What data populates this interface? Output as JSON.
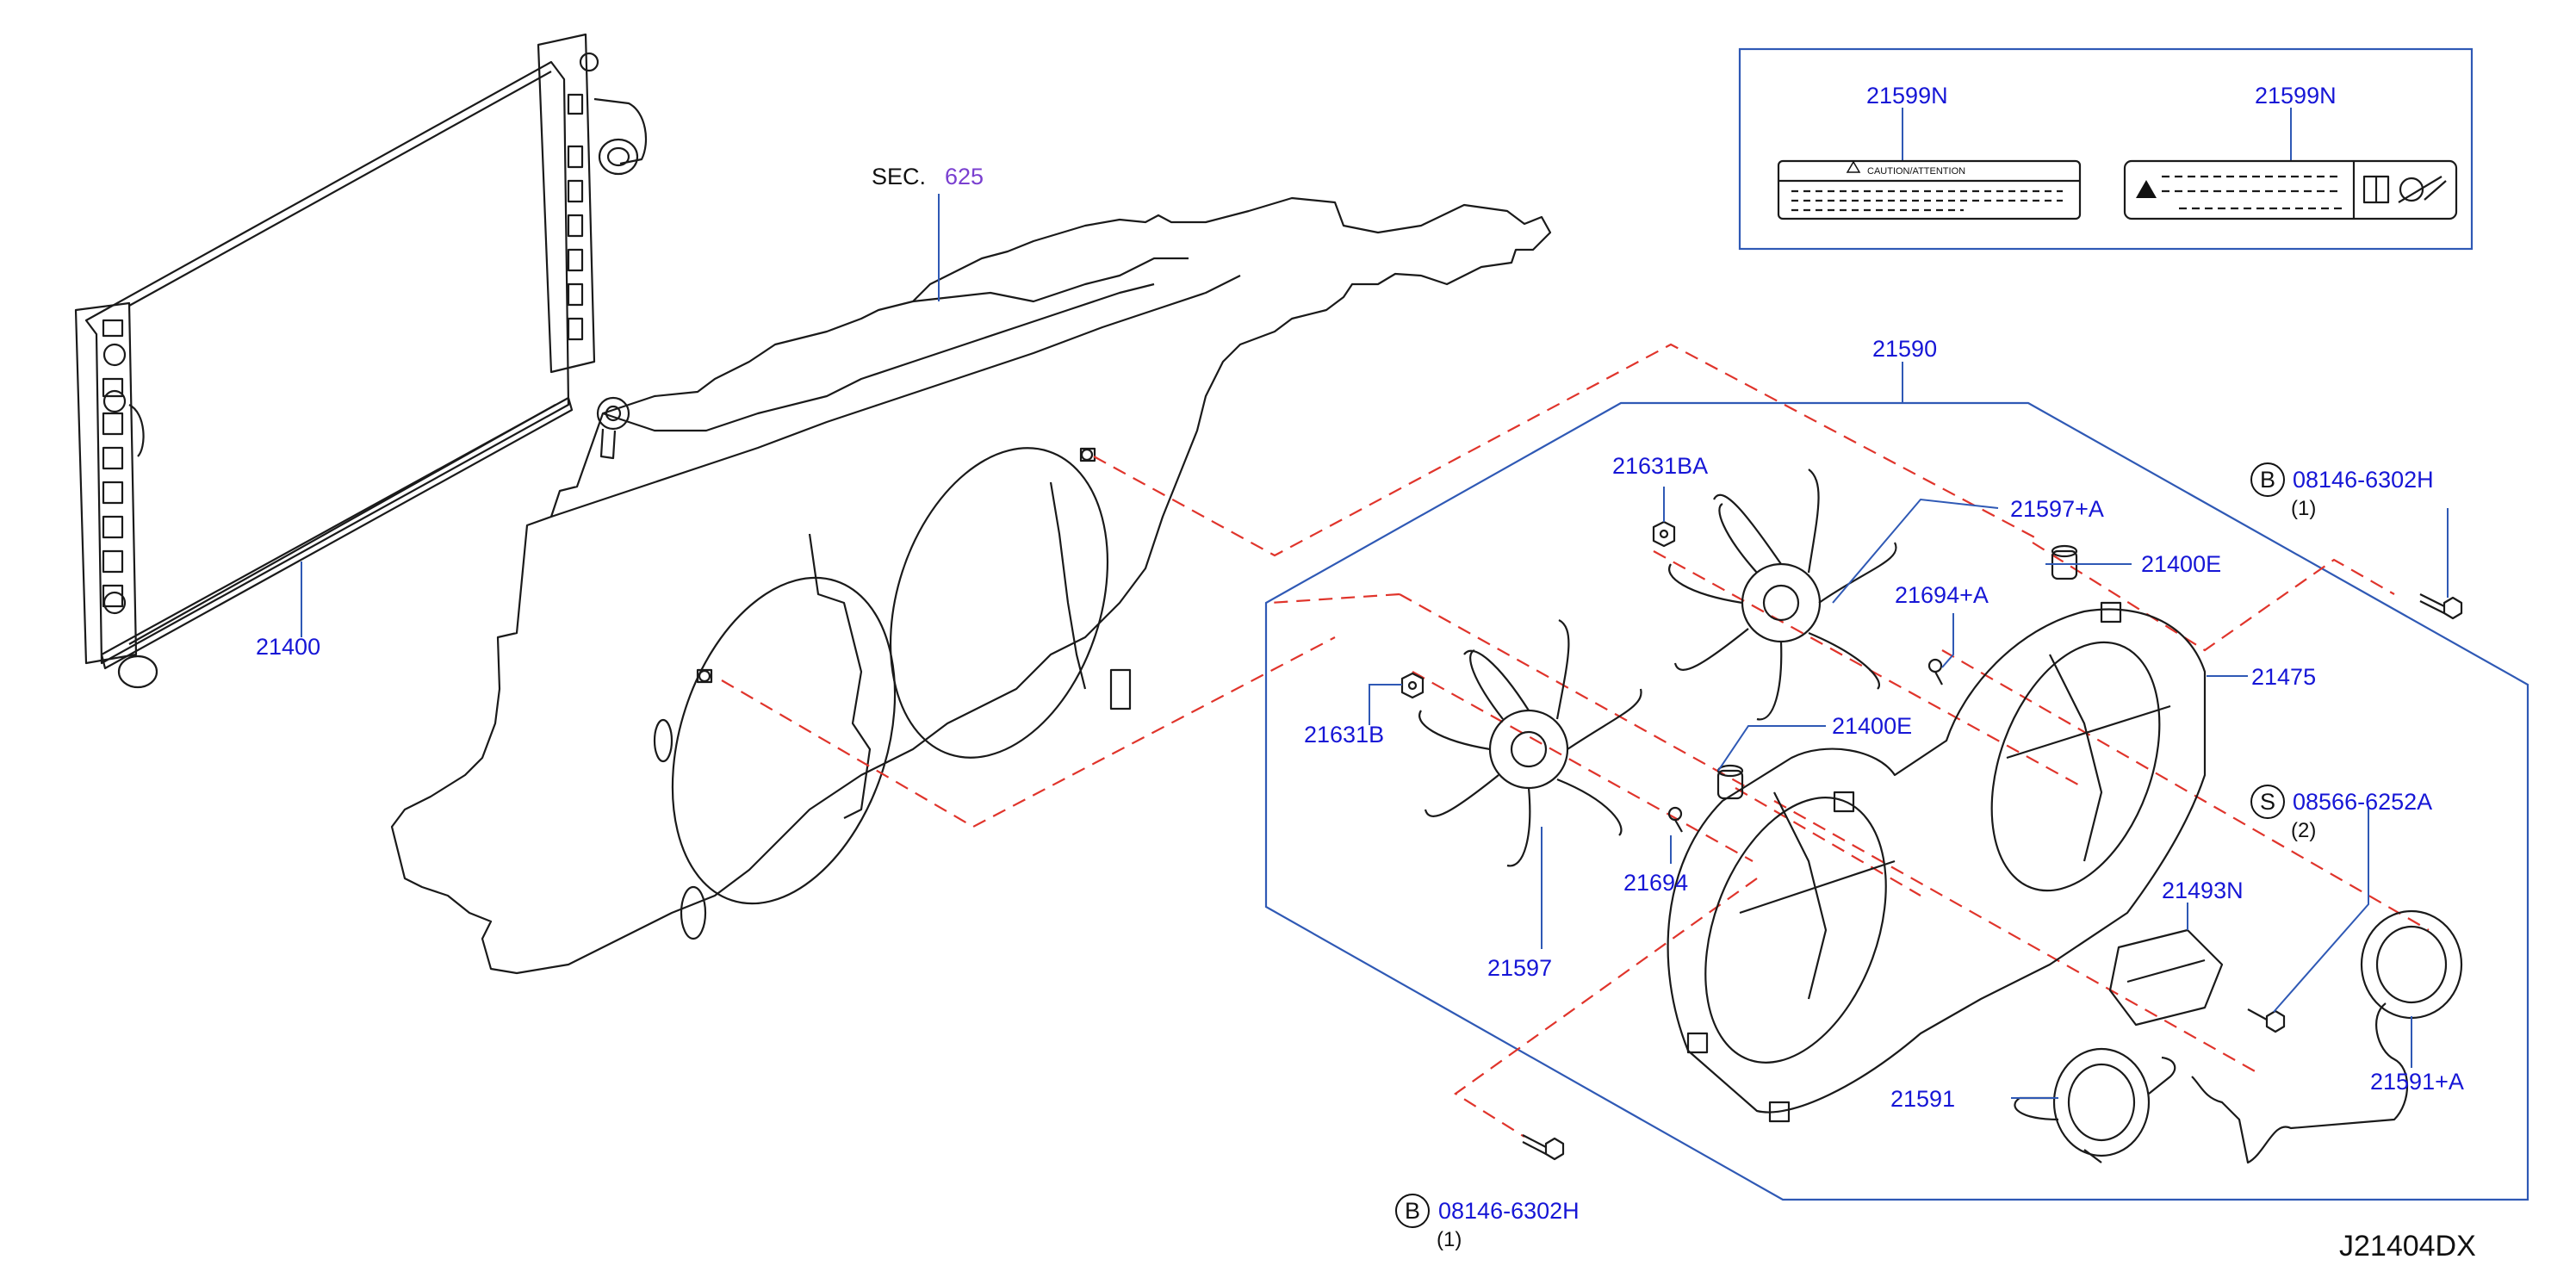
{
  "diagram": {
    "code": "J21404DX",
    "sec_prefix": "SEC.",
    "sec_number": "625",
    "parts": {
      "p21400": "21400",
      "p21590": "21590",
      "p21599N_left": "21599N",
      "p21599N_right": "21599N",
      "p21631BA": "21631BA",
      "p21597A": "21597+A",
      "p21400E_top": "21400E",
      "p21694A": "21694+A",
      "p21475": "21475",
      "p21631B": "21631B",
      "p21400E_mid": "21400E",
      "p21694": "21694",
      "p21597": "21597",
      "p21493N": "21493N",
      "p21591": "21591",
      "p21591A": "21591+A"
    },
    "bolts": {
      "top_right": {
        "circle": "B",
        "number": "08146-6302H",
        "qty": "(1)"
      },
      "screw": {
        "circle": "S",
        "number": "08566-6252A",
        "qty": "(2)"
      },
      "bottom": {
        "circle": "B",
        "number": "08146-6302H",
        "qty": "(1)"
      }
    },
    "caution_label_text": "CAUTION/ATTENTION",
    "colors": {
      "leader": "#2f59b5",
      "dashed": "#e0342b",
      "part_number": "#1616d6",
      "section_ref": "#7a3fd0"
    }
  }
}
